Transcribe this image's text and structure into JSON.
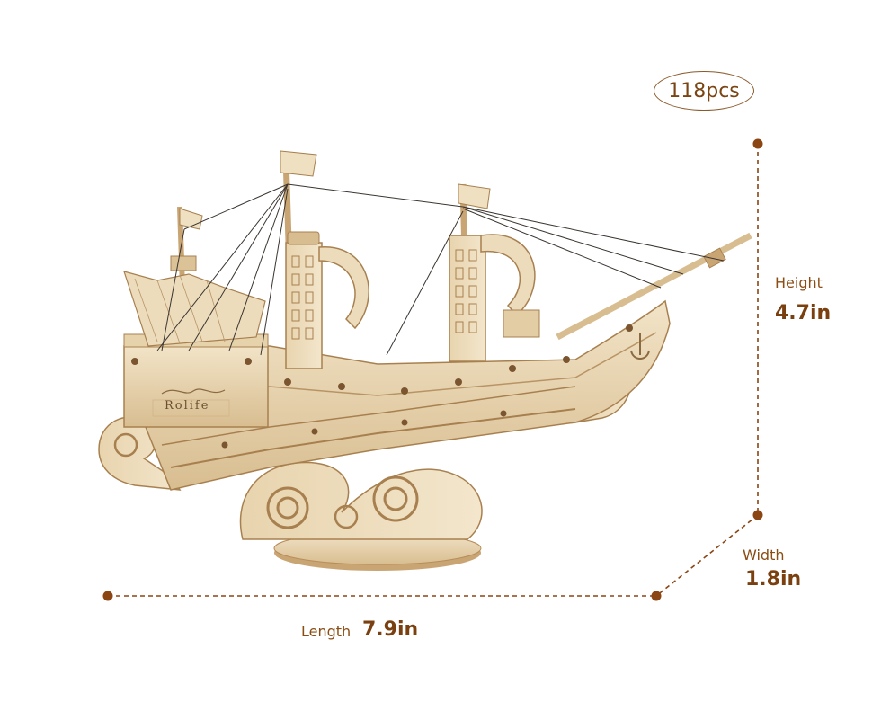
{
  "product": {
    "piece_count": "118pcs",
    "brand_engraving": "Rolife",
    "image_alt": "Wooden 3D puzzle sailing ship model on wave base"
  },
  "dimensions": {
    "height": {
      "label": "Height",
      "value": "4.7in"
    },
    "width": {
      "label": "Width",
      "value": "1.8in"
    },
    "length": {
      "label": "Length",
      "value": "7.9in"
    }
  },
  "colors": {
    "accent": "#8a4d14",
    "dot": "#8b4513",
    "wood_light": "#efe0c2",
    "wood_mid": "#d9bf93",
    "wood_dark": "#a8804f",
    "background": "#ffffff"
  }
}
